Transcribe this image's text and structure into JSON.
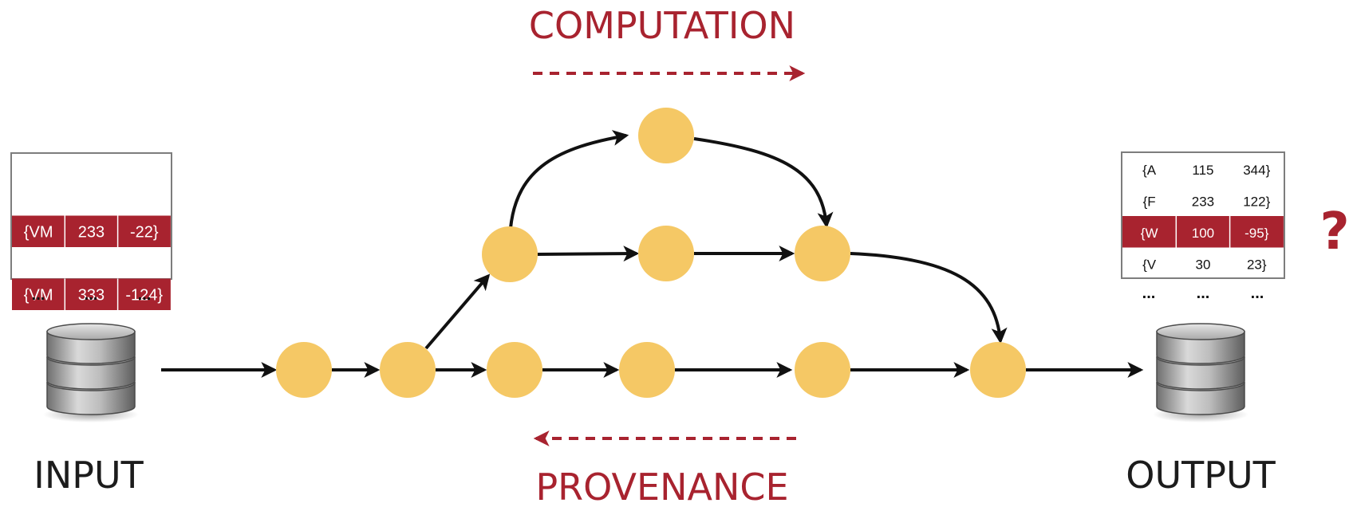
{
  "labels": {
    "computation": "COMPUTATION",
    "provenance": "PROVENANCE",
    "input": "INPUT",
    "output": "OUTPUT",
    "question_mark": "?"
  },
  "input_table": {
    "rows": [
      {
        "cells": [
          "",
          "",
          ""
        ],
        "highlighted": false
      },
      {
        "cells": [
          "{VM",
          "233",
          "-22}"
        ],
        "highlighted": true
      },
      {
        "cells": [
          "",
          "",
          ""
        ],
        "highlighted": false
      },
      {
        "cells": [
          "{VM",
          "333",
          "-124}"
        ],
        "highlighted": true
      }
    ],
    "ellipsis": [
      "...",
      "...",
      "..."
    ]
  },
  "output_table": {
    "rows": [
      {
        "cells": [
          "{A",
          "115",
          "344}"
        ],
        "highlighted": false
      },
      {
        "cells": [
          "{F",
          "233",
          "122}"
        ],
        "highlighted": false
      },
      {
        "cells": [
          "{W",
          "100",
          "-95}"
        ],
        "highlighted": true
      },
      {
        "cells": [
          "{V",
          "30",
          "23}"
        ],
        "highlighted": false
      }
    ],
    "ellipsis": [
      "...",
      "...",
      "..."
    ]
  },
  "colors": {
    "accent_red": "#a8232f",
    "node_fill": "#f5c865",
    "edge": "#111111",
    "table_border": "#7d7d7d",
    "database_gray": "#9a9a9a"
  },
  "icons": {
    "input_database": "database-icon",
    "output_database": "database-icon"
  }
}
